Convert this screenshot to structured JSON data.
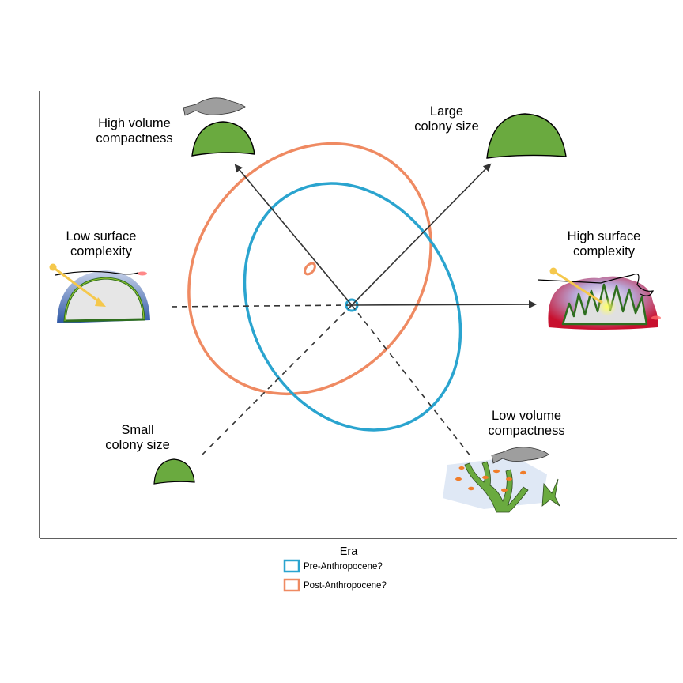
{
  "colors": {
    "pre": "#2aa4cf",
    "post": "#ef8a62",
    "coral_green": "#6aaa3f",
    "axis": "#333333"
  },
  "labels": {
    "high_volume": [
      "High volume",
      "compactness"
    ],
    "large_colony": [
      "Large",
      "colony size"
    ],
    "low_surface": [
      "Low surface",
      "complexity"
    ],
    "high_surface": [
      "High surface",
      "complexity"
    ],
    "small_colony": [
      "Small",
      "colony size"
    ],
    "low_volume": [
      "Low volume",
      "compactness"
    ]
  },
  "legend": {
    "title": "Era",
    "items": [
      {
        "label": "Pre-Anthropocene?",
        "color": "#2aa4cf"
      },
      {
        "label": "Post-Anthropocene?",
        "color": "#ef8a62"
      }
    ]
  },
  "icons": {
    "fish": "fish-icon",
    "dome": "coral-dome-icon",
    "branching": "branching-coral-icon",
    "complex": "complex-coral-icon",
    "sun": "sun-ray-icon"
  }
}
